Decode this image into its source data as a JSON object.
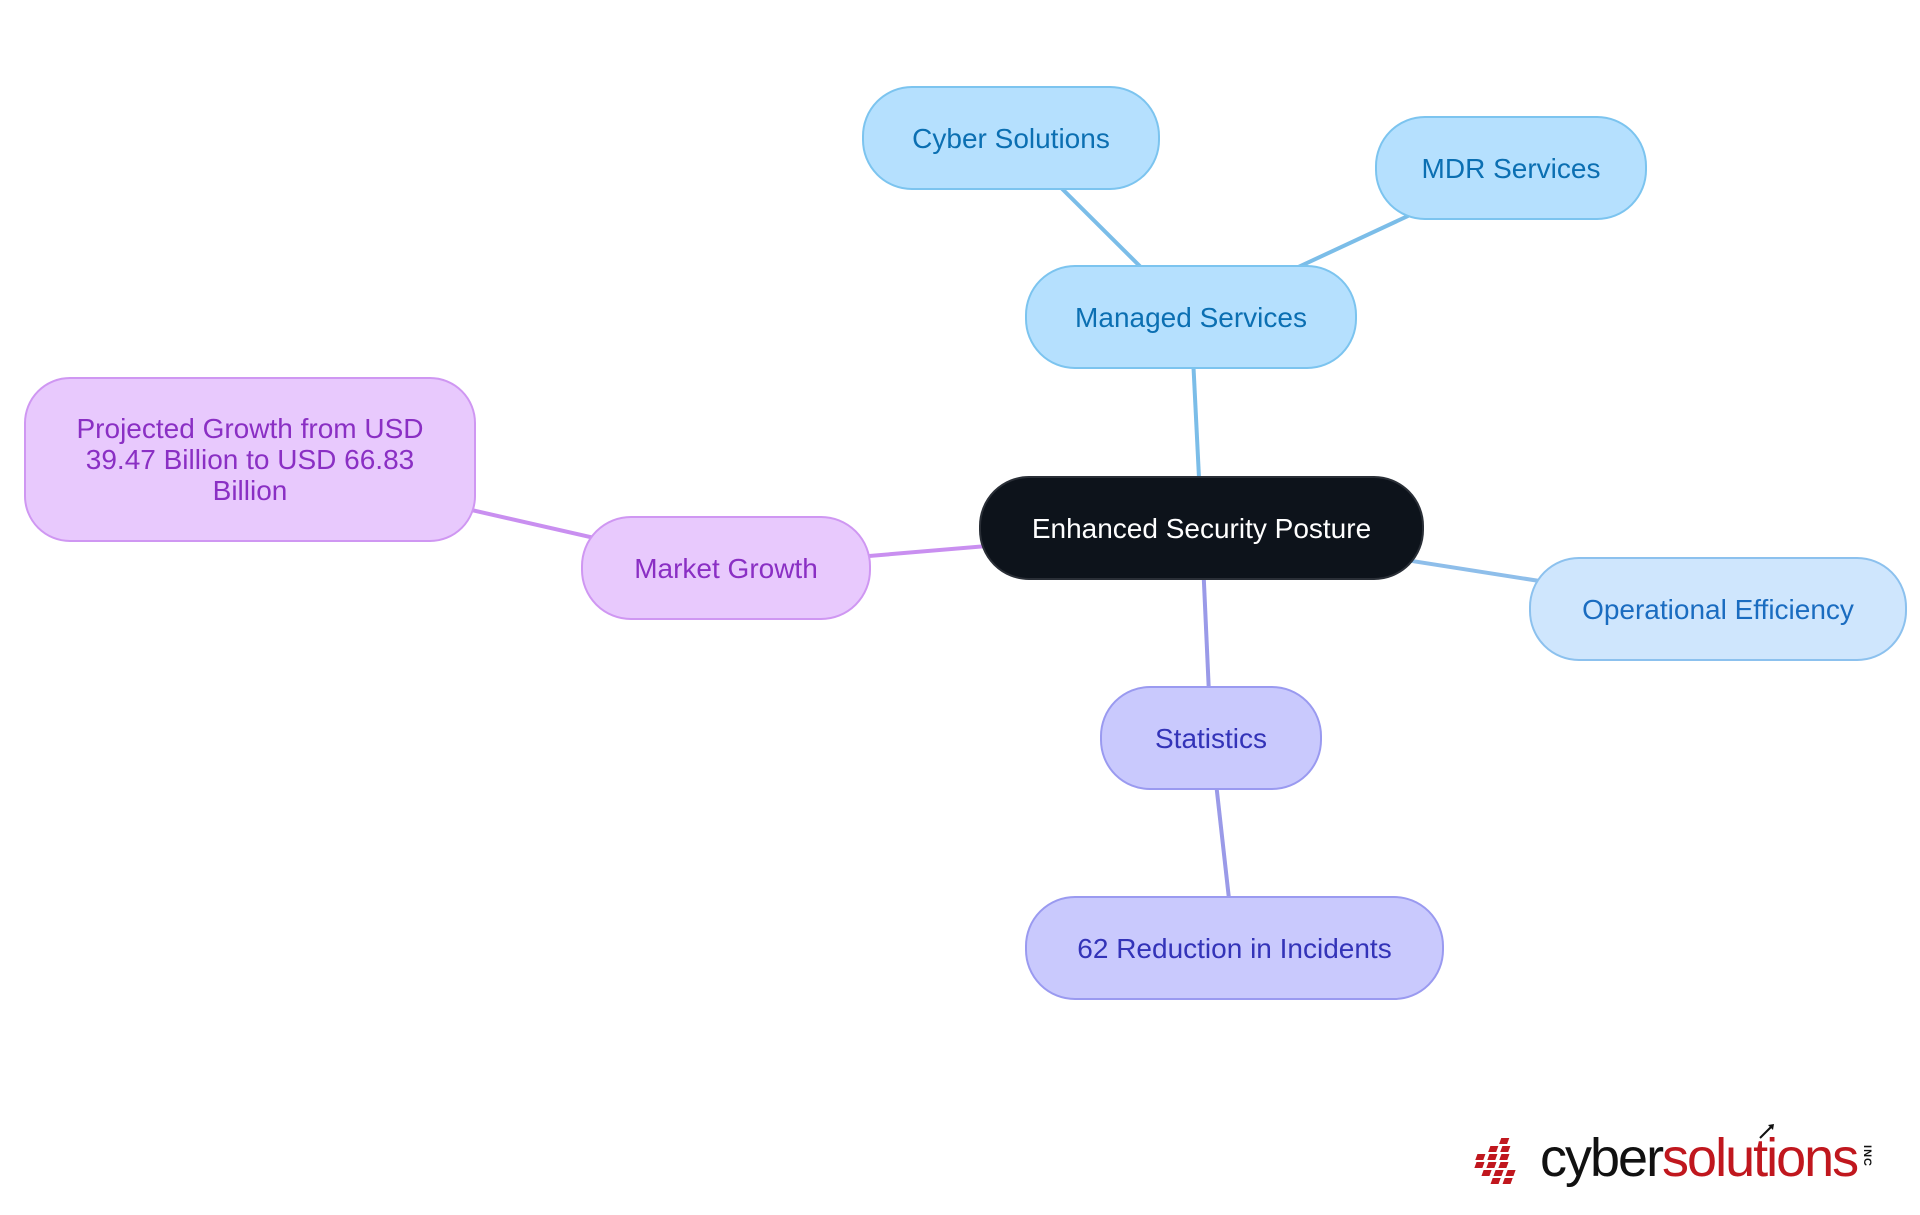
{
  "diagram": {
    "nodes": [
      {
        "id": "root",
        "label": "Enhanced Security Posture",
        "style": "root"
      },
      {
        "id": "managed",
        "label": "Managed Services",
        "style": "blue"
      },
      {
        "id": "cyber",
        "label": "Cyber Solutions",
        "style": "blue"
      },
      {
        "id": "mdr",
        "label": "MDR Services",
        "style": "blue"
      },
      {
        "id": "operational",
        "label": "Operational Efficiency",
        "style": "lightblue"
      },
      {
        "id": "market",
        "label": "Market Growth",
        "style": "purple"
      },
      {
        "id": "projected",
        "label": "Projected Growth from USD 39.47 Billion to USD 66.83 Billion",
        "style": "purple"
      },
      {
        "id": "statistics",
        "label": "Statistics",
        "style": "indigo"
      },
      {
        "id": "reduction",
        "label": "62 Reduction in Incidents",
        "style": "indigo"
      }
    ],
    "edges": [
      {
        "from": "root",
        "to": "managed",
        "color": "#7bbde8"
      },
      {
        "from": "managed",
        "to": "cyber",
        "color": "#7bbde8"
      },
      {
        "from": "managed",
        "to": "mdr",
        "color": "#7bbde8"
      },
      {
        "from": "root",
        "to": "operational",
        "color": "#8ebeea"
      },
      {
        "from": "root",
        "to": "market",
        "color": "#c98ff0"
      },
      {
        "from": "market",
        "to": "projected",
        "color": "#c98ff0"
      },
      {
        "from": "root",
        "to": "statistics",
        "color": "#9a9ae8"
      },
      {
        "from": "statistics",
        "to": "reduction",
        "color": "#9a9ae8"
      }
    ]
  },
  "logo": {
    "cyber": "cyber",
    "solutions": "solutions",
    "inc": "INC",
    "colors": {
      "dark": "#111111",
      "red": "#c0171e"
    }
  }
}
